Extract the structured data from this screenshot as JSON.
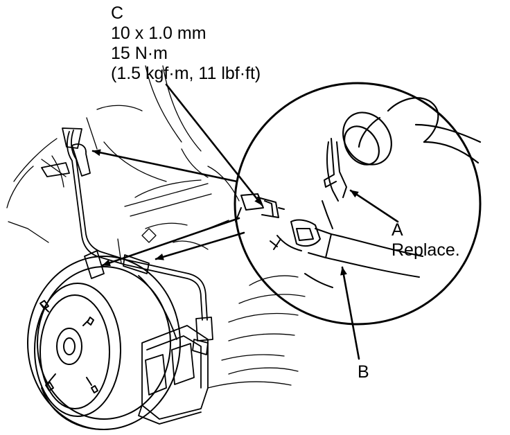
{
  "callouts": {
    "c": {
      "letter": "C",
      "size": "10 x 1.0 mm",
      "torque_nm": "15 N·m",
      "torque_alt": "(1.5 kgf·m, 11 lbf·ft)"
    },
    "a": {
      "letter": "A",
      "note": "Replace."
    },
    "b": {
      "letter": "B"
    }
  }
}
